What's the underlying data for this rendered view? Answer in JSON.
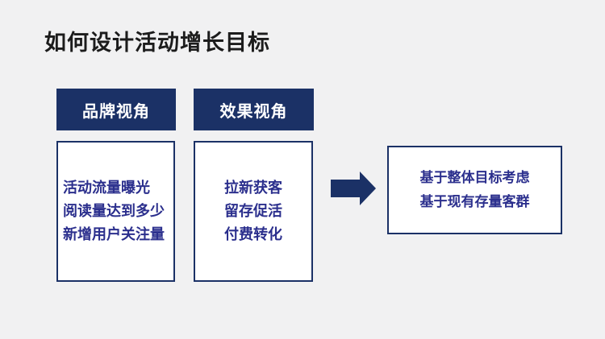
{
  "slide": {
    "title": "如何设计活动增长目标",
    "columns": [
      {
        "header": "品牌视角",
        "items": [
          "活动流量曝光",
          "阅读量达到多少",
          "新增用户关注量"
        ]
      },
      {
        "header": "效果视角",
        "items": [
          "拉新获客",
          "留存促活",
          "付费转化"
        ]
      }
    ],
    "conclusion": {
      "lines": [
        "基于整体目标考虑",
        "基于现有存量客群"
      ]
    },
    "colors": {
      "navy": "#1b3166",
      "body_text_blue": "#2b2f8d",
      "title_black": "#1c1c1c",
      "background": "#f1f1f2",
      "box_fill": "#ffffff"
    }
  }
}
